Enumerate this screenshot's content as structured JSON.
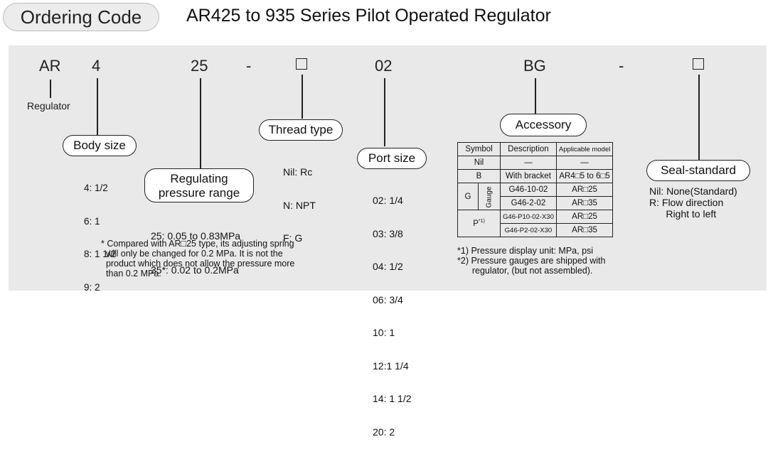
{
  "header": {
    "pill_label": "Ordering Code",
    "title": "AR425 to 935 Series Pilot Operated Regulator"
  },
  "code": {
    "prefix": "AR",
    "body": "4",
    "pressure": "25",
    "dash1": "-",
    "port": "02",
    "accessory": "BG",
    "dash2": "-"
  },
  "regulator_label": "Regulator",
  "body_size": {
    "label": "Body size",
    "items": [
      "4: 1/2",
      "6: 1",
      "8: 1 1/2",
      "9: 2"
    ]
  },
  "pressure_range": {
    "label_line1": "Regulating",
    "label_line2": "pressure range",
    "items": [
      "25: 0.05 to 0.83MPa",
      "35*: 0.02 to 0.2MPa"
    ],
    "note": "* Compared with AR□25 type, its adjusting spring\n  will only be changed for 0.2 MPa. It is not the\n  product which does not allow the pressure more\n  than 0.2 MPa."
  },
  "thread_type": {
    "label": "Thread type",
    "items": [
      "Nil: Rc",
      "N: NPT",
      "F: G"
    ]
  },
  "port_size": {
    "label": "Port size",
    "items": [
      "02: 1/4",
      "03: 3/8",
      "04: 1/2",
      "06: 3/4",
      "10: 1",
      "12:1 1/4",
      "14: 1 1/2",
      "20: 2"
    ]
  },
  "accessory": {
    "label": "Accessory",
    "table": {
      "headers": [
        "Symbol",
        "Description",
        "Applicable model"
      ],
      "nil": {
        "symbol": "Nil",
        "desc": "—",
        "model": "—"
      },
      "b": {
        "symbol": "B",
        "desc": "With bracket",
        "model": "AR4□5 to 6□5"
      },
      "g_symbol": "G",
      "gauge_label": "Gauge",
      "g_rows": [
        {
          "desc": "G46-10-02",
          "model": "AR□25"
        },
        {
          "desc": "G46-2-02",
          "model": "AR□35"
        }
      ],
      "p_symbol": "P",
      "p_sup": "*1)",
      "p_rows": [
        {
          "desc": "G46-P10-02-X30",
          "model": "AR□25"
        },
        {
          "desc": "G46-P2-02-X30",
          "model": "AR□35"
        }
      ]
    },
    "notes": "*1) Pressure display unit: MPa, psi\n*2) Pressure gauges are shipped with\n      regulator, (but not assembled)."
  },
  "seal": {
    "label": "Seal-standard",
    "items": "Nil: None(Standard)\nR: Flow direction\n      Right to left"
  }
}
